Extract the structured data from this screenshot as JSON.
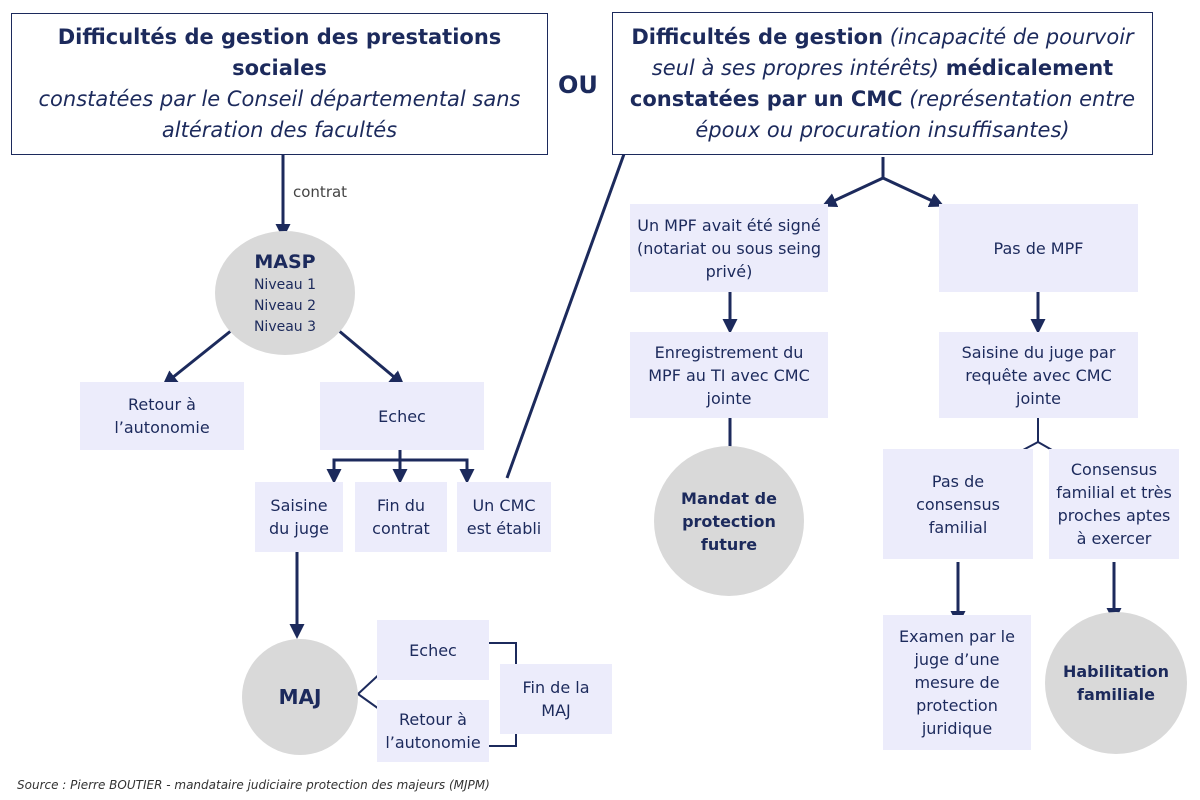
{
  "left_top": {
    "bold": "Difficultés de gestion des prestations sociales",
    "italic": "constatées par le Conseil départemental sans altération des facultés"
  },
  "or_label": "OU",
  "right_top": {
    "bold1": "Difficultés de gestion",
    "italic1": "(incapacité de pourvoir seul à ses propres intérêts)",
    "bold2": "médicalement constatées par un CMC",
    "italic2": "(représentation entre époux ou procuration insuffisantes)"
  },
  "contract_label": "contrat",
  "masp": {
    "title": "MASP",
    "levels": [
      "Niveau 1",
      "Niveau 2",
      "Niveau 3"
    ]
  },
  "left_boxes": {
    "retour": "Retour à l’autonomie",
    "echec": "Echec",
    "saisine": "Saisine du juge",
    "fin_contrat": "Fin du contrat",
    "cmc": "Un CMC est établi"
  },
  "maj": {
    "title": "MAJ",
    "echec": "Echec",
    "retour": "Retour à l’autonomie",
    "fin": "Fin de la MAJ"
  },
  "right_flow": {
    "mpf_signed": "Un MPF avait été signé (notariat ou sous seing privé)",
    "no_mpf": "Pas de MPF",
    "registration": "Enregistrement du MPF au TI avec CMC jointe",
    "seizure": "Saisine du juge par requête avec CMC jointe",
    "mandat": "Mandat de protection future",
    "no_consensus": "Pas de consensus familial",
    "consensus": "Consensus familial et très proches aptes à exercer",
    "exam": "Examen par le juge d’une mesure de protection juridique",
    "habilitation": "Habilitation familiale"
  },
  "source": "Source : Pierre BOUTIER - mandataire judiciaire protection des majeurs (MJPM)",
  "colors": {
    "navy": "#1c2a5c",
    "box_fill": "#ececfb",
    "circle_fill": "#d9d9d9"
  }
}
